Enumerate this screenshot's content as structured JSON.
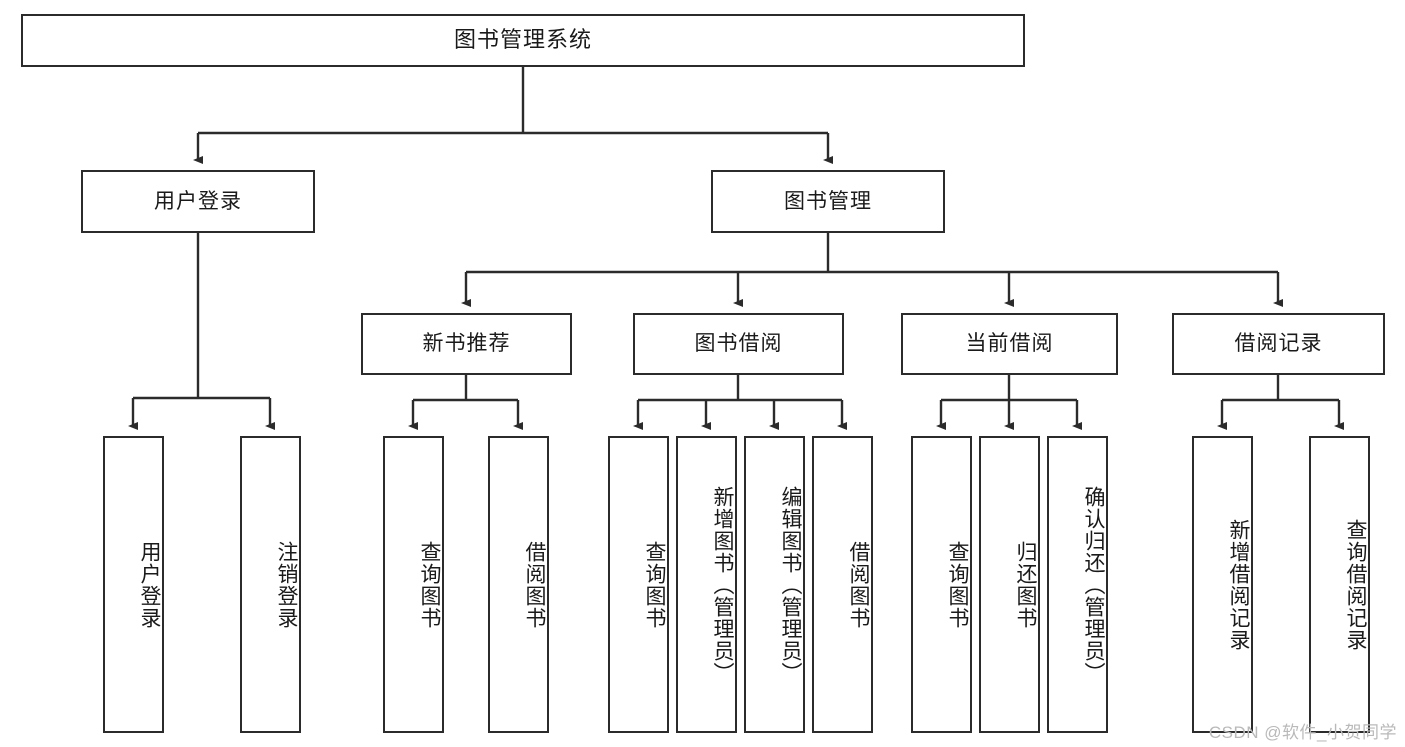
{
  "diagram": {
    "title": "图书管理系统",
    "watermark": "CSDN @软件_小贺同学",
    "colors": {
      "stroke": "#2b2b2b",
      "fill": "#ffffff",
      "text": "#1a1a1a",
      "watermark": "#b9b9b9"
    },
    "nodes": {
      "root": "图书管理系统",
      "user_login": "用户登录",
      "book_manage": "图书管理",
      "new_book_rec": "新书推荐",
      "book_borrow": "图书借阅",
      "current_borrow": "当前借阅",
      "borrow_record": "借阅记录",
      "leaf_user_login": "用户登录",
      "leaf_logout": "注销登录",
      "leaf_query_book_1": "查询图书",
      "leaf_borrow_book_1": "借阅图书",
      "leaf_query_book_2": "查询图书",
      "leaf_add_book_admin": "新增图书（管理员）",
      "leaf_edit_book_admin": "编辑图书（管理员）",
      "leaf_borrow_book_2": "借阅图书",
      "leaf_query_book_3": "查询图书",
      "leaf_return_book": "归还图书",
      "leaf_confirm_return_admin": "确认归还（管理员）",
      "leaf_add_record": "新增借阅记录",
      "leaf_query_record": "查询借阅记录"
    }
  }
}
